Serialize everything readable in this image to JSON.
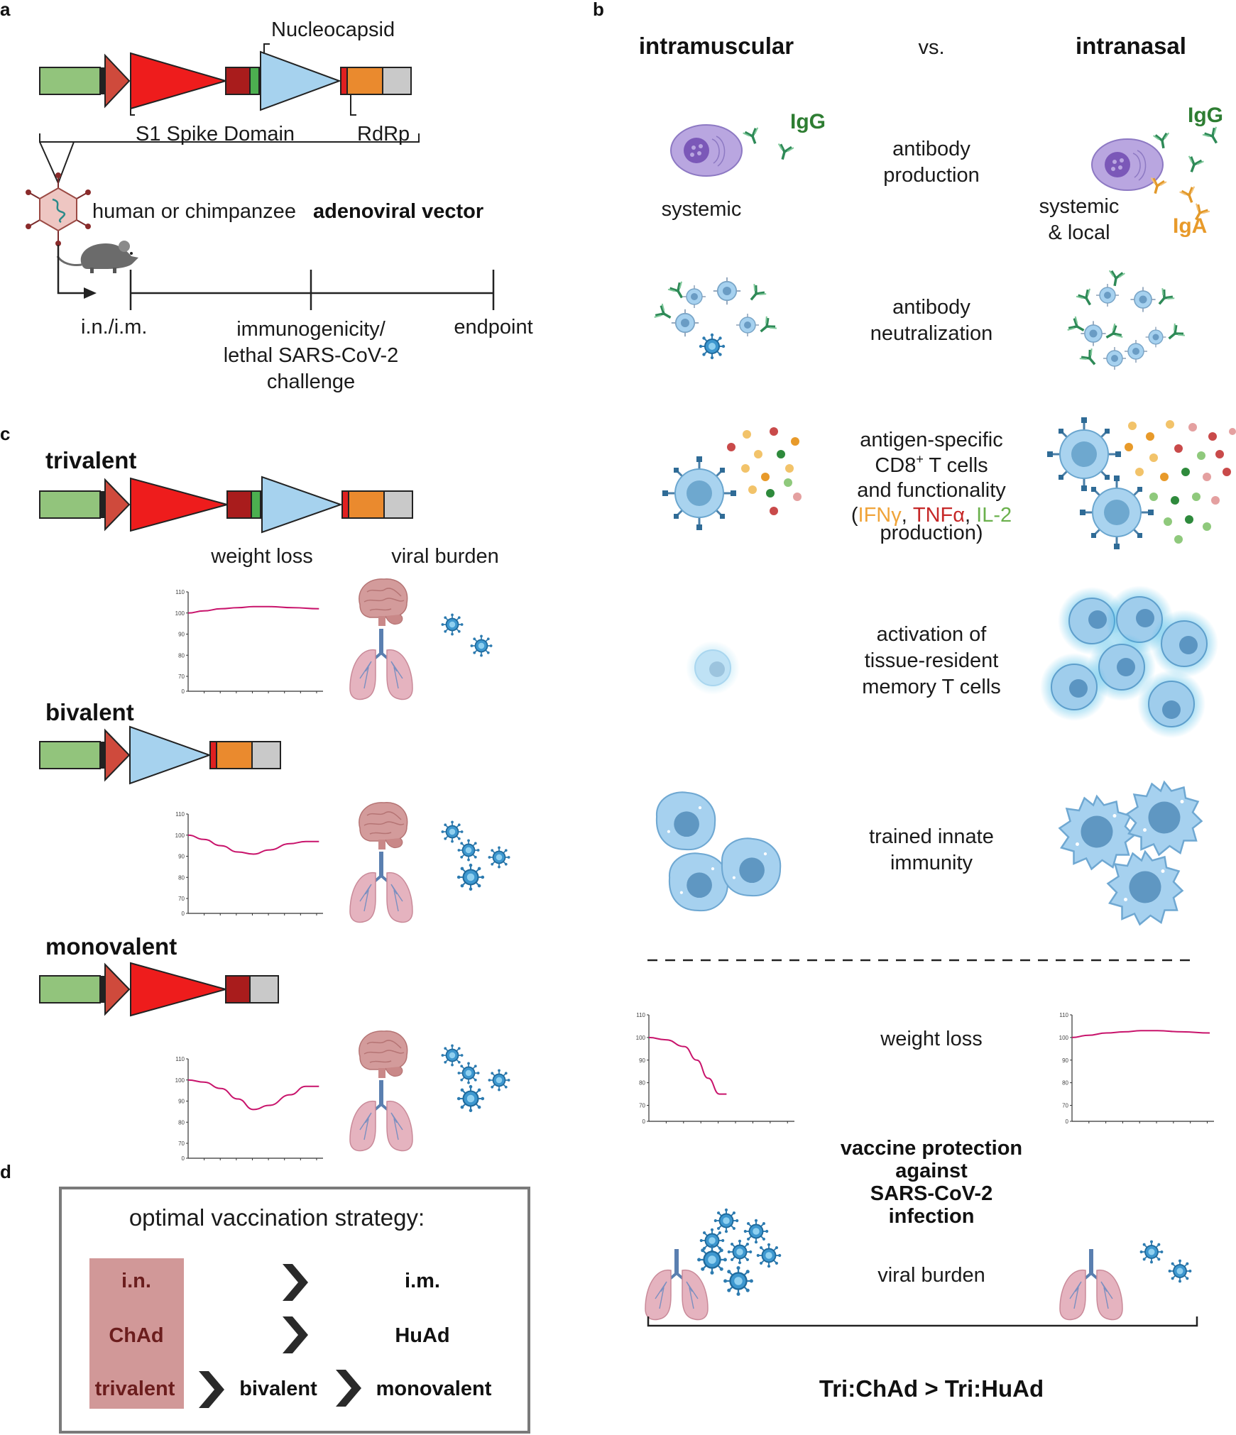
{
  "panels": {
    "a": "a",
    "b": "b",
    "c": "c",
    "d": "d"
  },
  "panel_a": {
    "label_nucleocapsid": "Nucleocapsid",
    "label_s1": "S1 Spike Domain",
    "label_rdrp": "RdRp",
    "vector_text_normal": "human or chimpanzee",
    "vector_text_bold": "adenoviral vector",
    "timeline_1": "i.n./i.m.",
    "timeline_2_line1": "immunogenicity/",
    "timeline_2_line2": "lethal SARS-CoV-2",
    "timeline_2_line3": "challenge",
    "timeline_3": "endpoint"
  },
  "panel_b": {
    "col_left": "intramuscular",
    "col_mid": "vs.",
    "col_right": "intranasal",
    "igg": "IgG",
    "iga": "IgA",
    "systemic": "systemic",
    "systemic_local_1": "systemic",
    "systemic_local_2": "& local",
    "row1": [
      "antibody",
      "production"
    ],
    "row2": [
      "antibody",
      "neutralization"
    ],
    "row3_l1": "antigen-specific",
    "row3_l2_a": "CD8",
    "row3_l2_sup": "+",
    "row3_l2_b": " T cells",
    "row3_l3": "and functionality",
    "row3_l4_open": "(",
    "row3_ifn": "IFNγ",
    "row3_comma1": ", ",
    "row3_tnf": "TNFα",
    "row3_comma2": ", ",
    "row3_il2": "IL-2",
    "row3_l5": "production)",
    "row4": [
      "activation of",
      "tissue-resident",
      "memory T cells"
    ],
    "row5": [
      "trained innate",
      "immunity"
    ],
    "weight_loss": "weight loss",
    "protection": [
      "vaccine protection",
      "against",
      "SARS-CoV-2",
      "infection"
    ],
    "viral_burden": "viral burden",
    "bottom": "Tri:ChAd > Tri:HuAd"
  },
  "panel_c": {
    "trivalent": "trivalent",
    "bivalent": "bivalent",
    "monovalent": "monovalent",
    "weight_loss": "weight loss",
    "viral_burden": "viral burden"
  },
  "panel_d": {
    "title": "optimal vaccination strategy:",
    "in": "i.n.",
    "im": "i.m.",
    "chad": "ChAd",
    "huad": "HuAd",
    "trivalent": "trivalent",
    "bivalent": "bivalent",
    "monovalent": "monovalent"
  },
  "tick_labels": [
    "110",
    "100",
    "90",
    "80",
    "70",
    "0"
  ],
  "colors": {
    "green_block": "#92c47c",
    "red_triangle_small": "#cf4a3c",
    "spike_red": "#ee1c1c",
    "dark_red": "#a91c1c",
    "nucleocapsid_blue": "#a6d2ee",
    "rdrp_orange": "#ea8a2e",
    "grey": "#c9c9c9",
    "curve": "#c8136b",
    "highlight": "#d19898",
    "highlight_text": "#6b1d1d",
    "igg": "#2e7d32",
    "iga": "#e89a2a",
    "cell_blue": "#9fcdec"
  },
  "chart_data": [
    {
      "type": "line",
      "title": "",
      "series": [
        {
          "values": [
            100,
            101,
            102,
            102.5,
            103,
            103,
            102.5,
            102
          ]
        }
      ],
      "ylim": [
        0,
        110
      ],
      "yticks": [
        0,
        70,
        80,
        90,
        100,
        110
      ]
    },
    {
      "type": "line",
      "title": "",
      "series": [
        {
          "values": [
            100,
            98,
            95,
            92,
            91,
            93,
            96,
            97,
            97
          ]
        }
      ],
      "ylim": [
        0,
        110
      ],
      "yticks": [
        0,
        70,
        80,
        90,
        100,
        110
      ]
    },
    {
      "type": "line",
      "title": "",
      "series": [
        {
          "values": [
            100,
            99,
            96,
            91,
            86,
            88,
            93,
            97,
            97
          ]
        }
      ],
      "ylim": [
        0,
        110
      ],
      "yticks": [
        0,
        70,
        80,
        90,
        100,
        110
      ]
    },
    {
      "type": "line",
      "title": "",
      "series": [
        {
          "values": [
            100,
            99,
            96,
            90,
            82,
            75,
            75
          ]
        }
      ],
      "ylim": [
        0,
        110
      ],
      "yticks": [
        0,
        70,
        80,
        90,
        100,
        110
      ]
    },
    {
      "type": "line",
      "title": "",
      "series": [
        {
          "values": [
            100,
            101,
            102,
            102.5,
            103,
            103,
            102.5,
            102
          ]
        }
      ],
      "ylim": [
        0,
        110
      ],
      "yticks": [
        0,
        70,
        80,
        90,
        100,
        110
      ]
    }
  ]
}
